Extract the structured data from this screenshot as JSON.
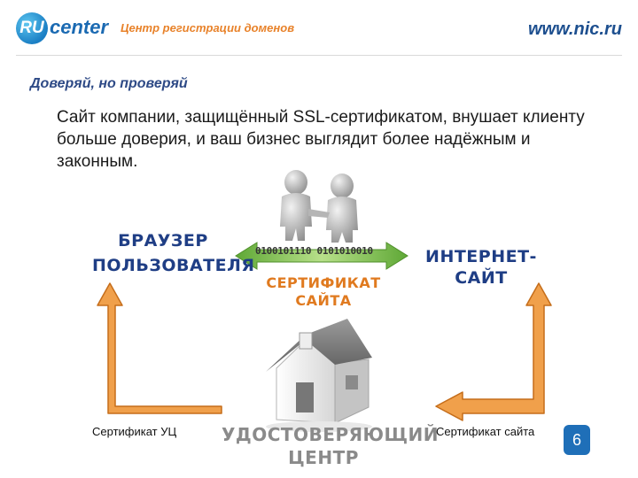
{
  "header": {
    "logo_ru": "RU",
    "logo_center": "center",
    "tagline": "Центр регистрации доменов",
    "site_url": "www.nic.ru"
  },
  "slide": {
    "title": "Доверяй, но проверяй",
    "body": "Сайт компании, защищённый SSL-сертификатом, внушает клиенту больше доверия, и ваш бизнес выглядит более надёжным и законным."
  },
  "diagram": {
    "browser_label": "БРАУЗЕР ПОЛЬЗОВАТЕЛЯ",
    "site_label": "ИНТЕРНЕТ-САЙТ",
    "certificate_label": "СЕРТИФИКАТ САЙТА",
    "binary_text": "0100101110 0101010010",
    "ca_label": "УДОСТОВЕРЯЮЩИЙ ЦЕНТР",
    "caption_left": "Сертификат УЦ",
    "caption_right": "Сертификат сайта",
    "icons": [
      "handshake-icon",
      "house-icon"
    ],
    "colors": {
      "arrow_orange": "#f0a04b",
      "arrow_green": "#7fc04b",
      "title_blue": "#1f3e85",
      "cert_orange": "#e07a1f"
    }
  },
  "page_number": "6"
}
